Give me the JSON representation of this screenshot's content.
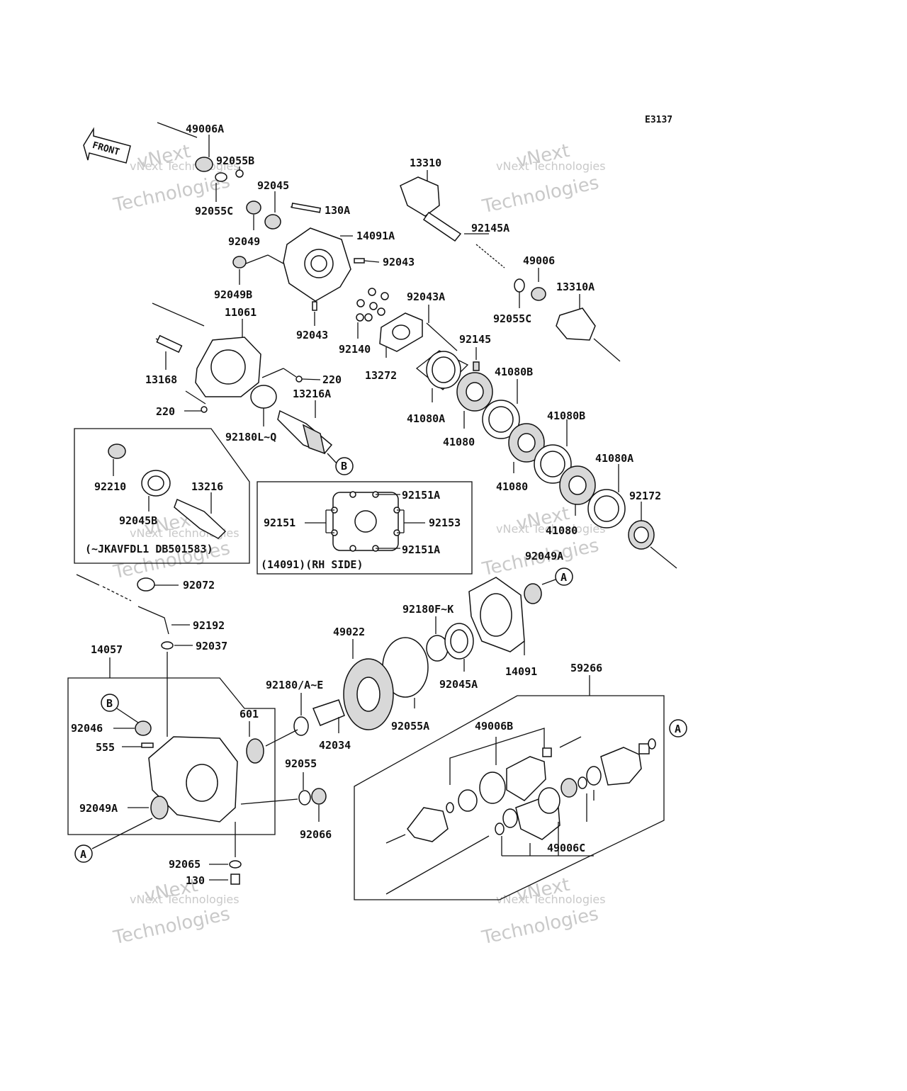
{
  "diagram": {
    "code": "E3137",
    "front_label": "FRONT",
    "watermark_line1": "vNext Technologies",
    "watermark_line2": "vNext",
    "watermark_line3": "Technologies",
    "callouts": {
      "A": "A",
      "B": "B"
    },
    "inset_left": {
      "note": "(~JKAVFDL1 DB501583)"
    },
    "inset_right": {
      "note": "(14091)(RH SIDE)"
    },
    "labels": {
      "p49006A": "49006A",
      "p92055B": "92055B",
      "p92055C_top": "92055C",
      "p92045": "92045",
      "p130A": "130A",
      "p92049": "92049",
      "p14091A": "14091A",
      "p92043_a": "92043",
      "p92049B": "92049B",
      "p92043_b": "92043",
      "p11061": "11061",
      "p13168": "13168",
      "p220_a": "220",
      "p220_b": "220",
      "p13216A": "13216A",
      "p92180LQ": "92180L~Q",
      "p13310": "13310",
      "p92145A": "92145A",
      "p49006": "49006",
      "p13310A": "13310A",
      "p92055C_mid": "92055C",
      "p92043A": "92043A",
      "p92140": "92140",
      "p92145": "92145",
      "p13272": "13272",
      "p41080B_1": "41080B",
      "p41080A_1": "41080A",
      "p41080_1": "41080",
      "p41080B_2": "41080B",
      "p41080_2": "41080",
      "p41080A_2": "41080A",
      "p92172": "92172",
      "p41080_3": "41080",
      "p92210": "92210",
      "p92045B": "92045B",
      "p13216": "13216",
      "p92151A_1": "92151A",
      "p92151": "92151",
      "p92153": "92153",
      "p92151A_2": "92151A",
      "p92049A_top": "92049A",
      "p92072": "92072",
      "p92192": "92192",
      "p92037": "92037",
      "p14057": "14057",
      "p92180FK": "92180F~K",
      "p49022": "49022",
      "p14091": "14091",
      "p92045A": "92045A",
      "p92180AE": "92180/A~E",
      "p601": "601",
      "p59266": "59266",
      "p92055A": "92055A",
      "p42034": "42034",
      "p92046": "92046",
      "p555": "555",
      "p49006B": "49006B",
      "p92055": "92055",
      "p92049A_bot": "92049A",
      "p92066": "92066",
      "p49006C": "49006C",
      "p92065": "92065",
      "p130": "130"
    }
  }
}
